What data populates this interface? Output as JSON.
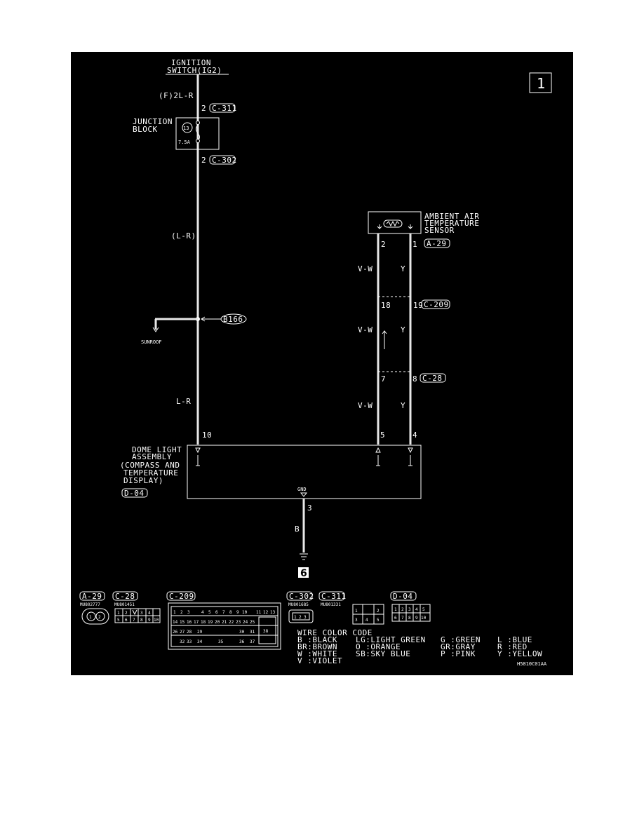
{
  "page_number": "1",
  "drawing_code": "H5810C01AA",
  "ignition": {
    "line1": "IGNITION",
    "line2": "SWITCH(IG2)"
  },
  "wires": {
    "top_wire": "(F)2L-R",
    "mid_wire": "(L-R)",
    "low_wire": "L-R",
    "gnd_wire": "B",
    "sensor_vw_1": "V-W",
    "sensor_y_1": "Y",
    "sensor_vw_2": "V-W",
    "sensor_y_2": "Y",
    "sensor_vw_3": "V-W",
    "sensor_y_3": "Y"
  },
  "junction": {
    "line1": "JUNCTION",
    "line2": "BLOCK",
    "fuse_no": "13",
    "fuse_rating": "7.5A"
  },
  "connectors": {
    "c311": "C-311",
    "c302": "C-302",
    "a29": "A-29",
    "c209": "C-209",
    "c28": "C-28",
    "d04": "D-04",
    "b166": "B166"
  },
  "pins": {
    "c311_pin": "2",
    "c302_pin": "2",
    "a29_pin2": "2",
    "a29_pin1": "1",
    "c209_pin18": "18",
    "c209_pin19": "19",
    "c28_pin7": "7",
    "c28_pin8": "8",
    "dome_pin10": "10",
    "dome_pin5": "5",
    "dome_pin4": "4",
    "dome_pin3": "3"
  },
  "sunroof": "SUNROOF",
  "sensor": {
    "line1": "AMBIENT AIR",
    "line2": "TEMPERATURE",
    "line3": "SENSOR"
  },
  "dome": {
    "line1": "DOME LIGHT",
    "line2": "ASSEMBLY",
    "line3": "(COMPASS AND",
    "line4": "TEMPERATURE",
    "line5": "DISPLAY)",
    "gnd": "GND"
  },
  "ground_no": "6",
  "connector_views": {
    "a29": {
      "id": "A-29",
      "part": "MU802777"
    },
    "c28": {
      "id": "C-28",
      "part": "MU801451"
    },
    "c209": {
      "id": "C-209"
    },
    "c302": {
      "id": "C-302",
      "part": "MU801685"
    },
    "c311": {
      "id": "C-311",
      "part": "MU801331"
    },
    "d04": {
      "id": "D-04"
    }
  },
  "legend": {
    "title": "WIRE COLOR CODE",
    "codes": [
      [
        "B :BLACK",
        "LG:LIGHT GREEN",
        "G :GREEN",
        "L :BLUE"
      ],
      [
        "BR:BROWN",
        "O :ORANGE",
        "GR:GRAY",
        "R :RED"
      ],
      [
        "W :WHITE",
        "SB:SKY BLUE",
        "P :PINK",
        "Y :YELLOW"
      ],
      [
        "V :VIOLET",
        "",
        "",
        ""
      ]
    ]
  }
}
